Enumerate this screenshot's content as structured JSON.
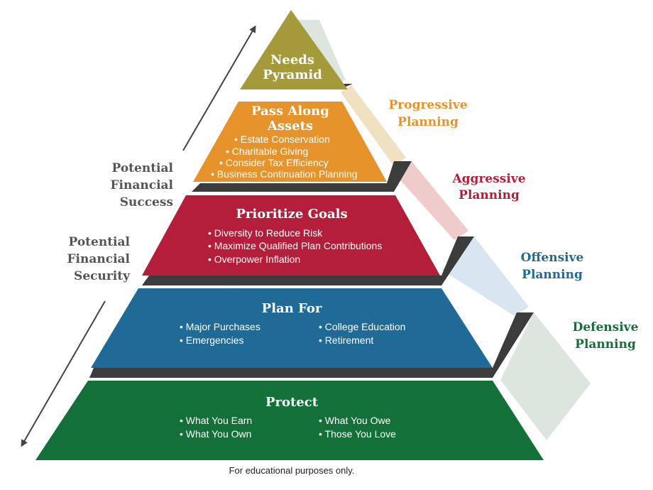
{
  "colors": {
    "top": "#A59A3A",
    "pass": "#E5932A",
    "prioritize": "#B51E3A",
    "plan": "#1F6A96",
    "protect": "#137039",
    "shelf": "#3C3C3C",
    "side_progressive": "#F1E1C3",
    "side_aggressive": "#EFCBCB",
    "side_offensive": "#D9E6F2",
    "side_defensive": "#DDE6DE",
    "label_progressive": "#E5932A",
    "label_aggressive": "#B51E3A",
    "label_offensive": "#1F6A96",
    "label_defensive": "#137039",
    "arrow": "#444444"
  },
  "tiers": {
    "top": {
      "title_lines": [
        "Needs",
        "Pyramid"
      ]
    },
    "pass": {
      "title_lines": [
        "Pass Along",
        "Assets"
      ],
      "bullets": [
        "• Estate Conservation",
        "• Charitable Giving",
        "• Consider Tax Efficiency",
        "• Business Continuation Planning"
      ]
    },
    "prioritize": {
      "title": "Prioritize Goals",
      "bullets": [
        "• Diversity to Reduce Risk",
        "• Maximize Qualified Plan Contributions",
        "• Overpower Inflation"
      ]
    },
    "plan": {
      "title": "Plan For",
      "bullets_left": [
        "• Major Purchases",
        "• Emergencies"
      ],
      "bullets_right": [
        "• College Education",
        "• Retirement"
      ]
    },
    "protect": {
      "title": "Protect",
      "bullets_left": [
        "• What You Earn",
        "• What You Own"
      ],
      "bullets_right": [
        "• What You Owe",
        "• Those You Love"
      ]
    }
  },
  "side_labels": {
    "progressive": [
      "Progressive",
      "Planning"
    ],
    "aggressive": [
      "Aggressive",
      "Planning"
    ],
    "offensive": [
      "Offensive",
      "Planning"
    ],
    "defensive": [
      "Defensive",
      "Planning"
    ]
  },
  "left_labels": {
    "success": [
      "Potential",
      "Financial",
      "Success"
    ],
    "security": [
      "Potential",
      "Financial",
      "Security"
    ]
  },
  "footnote": "For educational purposes only."
}
